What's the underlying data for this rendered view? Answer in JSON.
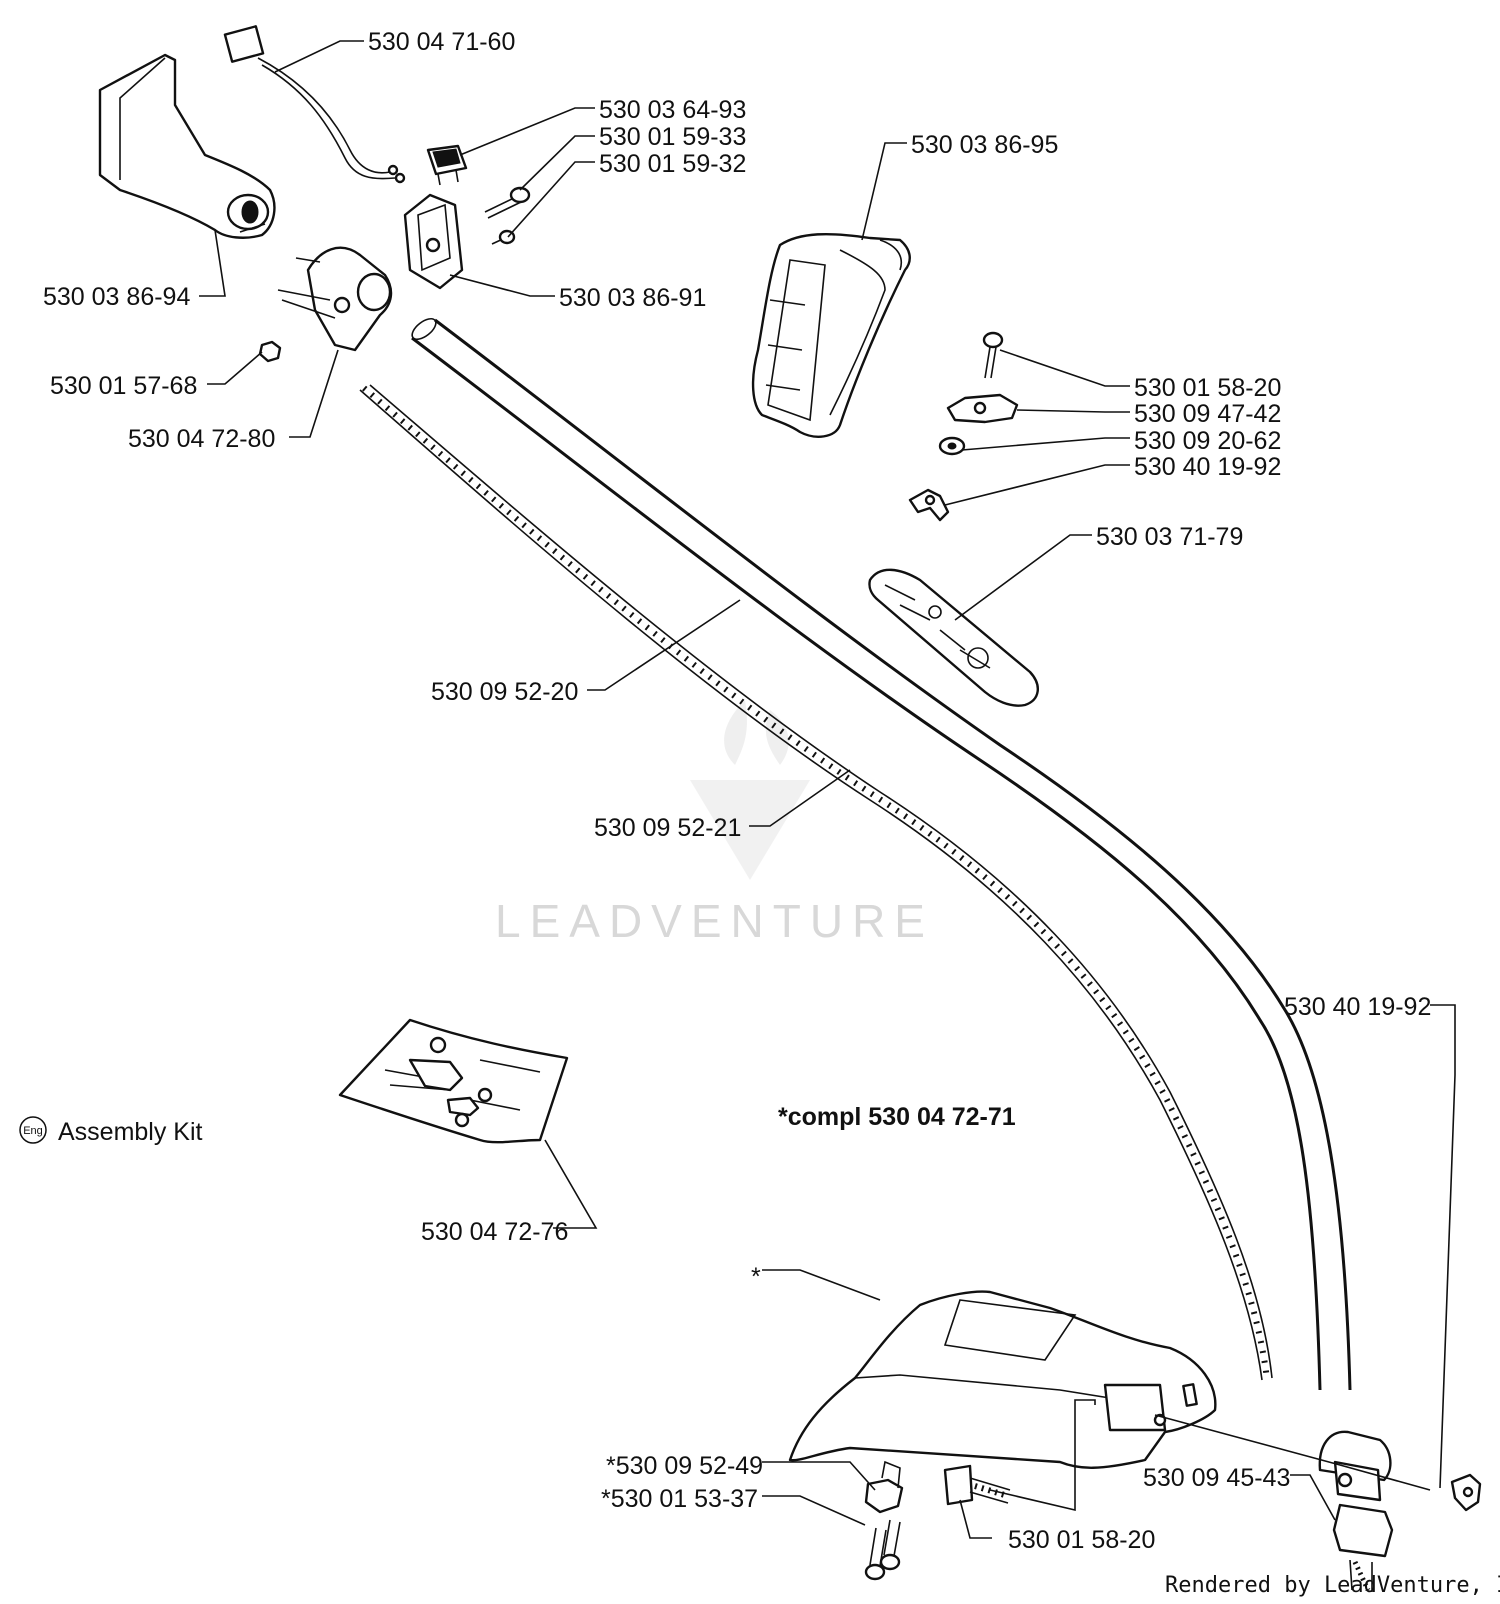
{
  "labels": {
    "p_530_04_71_60": "530 04 71-60",
    "p_530_03_64_93": "530 03 64-93",
    "p_530_01_59_33": "530 01 59-33",
    "p_530_01_59_32": "530 01 59-32",
    "p_530_03_86_95": "530 03 86-95",
    "p_530_03_86_94": "530 03 86-94",
    "p_530_03_86_91": "530 03 86-91",
    "p_530_01_57_68": "530 01 57-68",
    "p_530_04_72_80": "530 04 72-80",
    "p_530_01_58_20_top": "530 01 58-20",
    "p_530_09_47_42": "530 09 47-42",
    "p_530_09_20_62": "530 09 20-62",
    "p_530_40_19_92_top": "530 40 19-92",
    "p_530_03_71_79": "530 03 71-79",
    "p_530_09_52_20": "530 09 52-20",
    "p_530_09_52_21": "530 09 52-21",
    "p_530_40_19_92_right": "530 40 19-92",
    "compl_note": "*compl 530 04 72-71",
    "assembly_kit": "Assembly Kit",
    "eng_badge": "Eng",
    "p_530_04_72_76": "530 04 72-76",
    "asterisk": "*",
    "p_530_09_52_49": "*530 09 52-49",
    "p_530_01_53_37": "*530 01 53-37",
    "p_530_09_45_43": "530 09 45-43",
    "p_530_01_58_20_bottom": "530 01 58-20"
  },
  "watermark": "LEADVENTURE",
  "credit": "Rendered by LeadVenture, Inc."
}
